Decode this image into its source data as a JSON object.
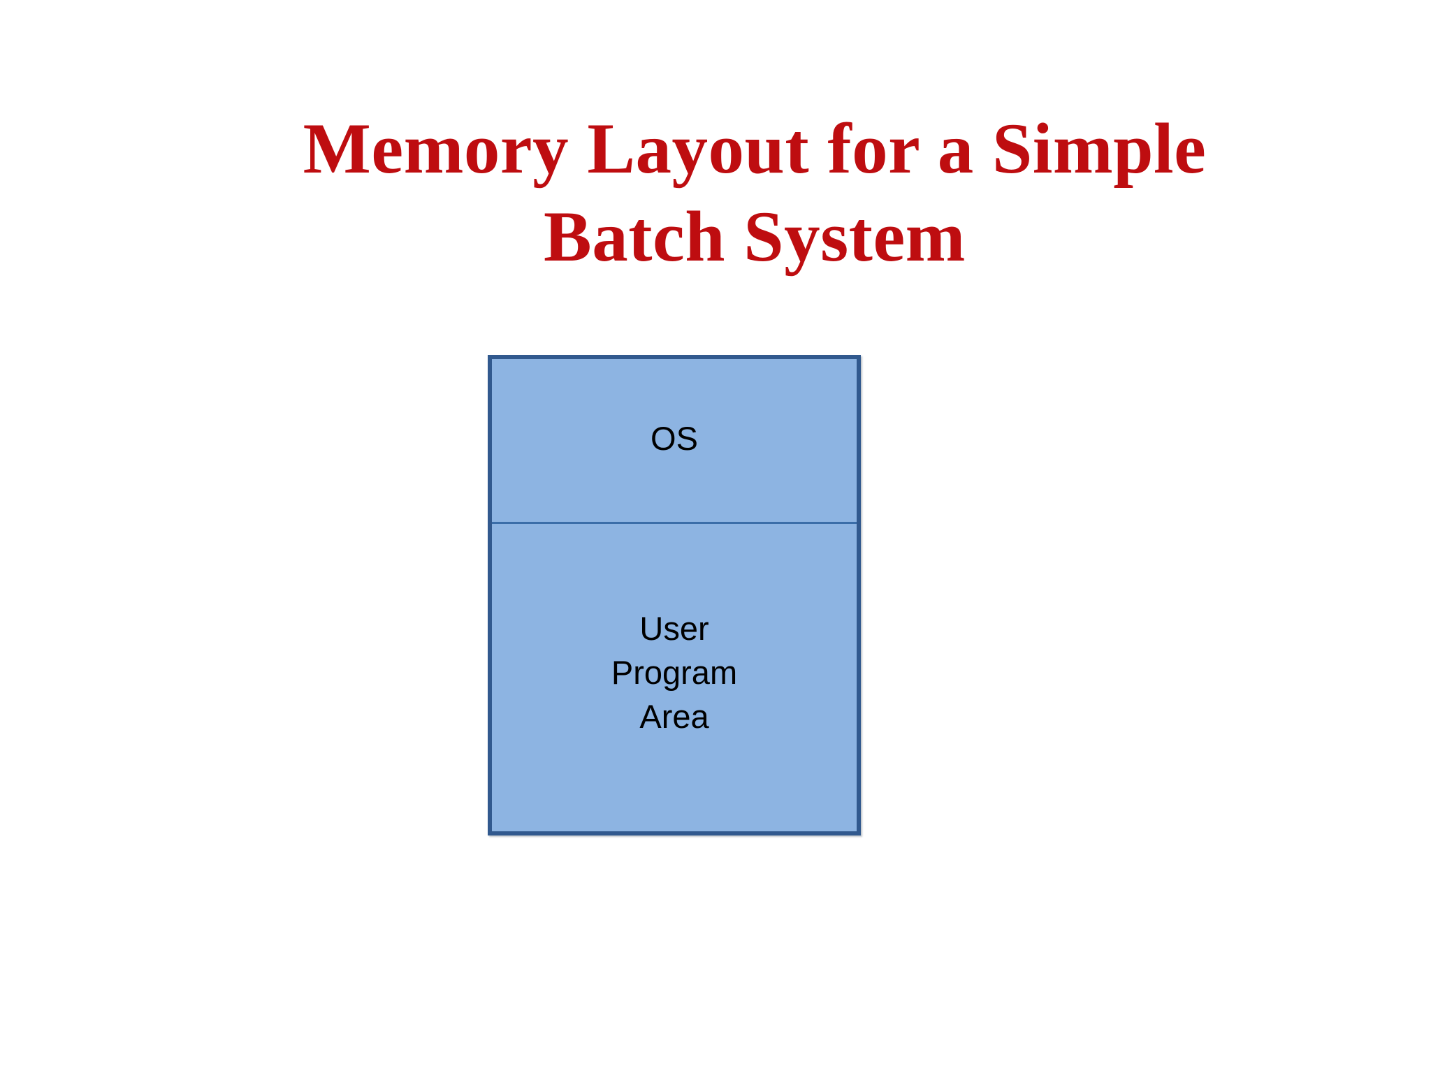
{
  "slide": {
    "background_color": "#FFFFFF",
    "title": {
      "text": "Memory Layout for a Simple\nBatch System",
      "lines": [
        "Memory Layout for a Simple",
        "Batch System"
      ],
      "color": "#BE0D10"
    },
    "diagram": {
      "name": "memory-layout-diagram",
      "fill_color": "#8DB4E2",
      "border_color": "#31598E",
      "divider_color": "#3A6DA8",
      "blocks": [
        {
          "label": "OS",
          "lines": [
            "OS"
          ]
        },
        {
          "label": "User\nProgram\nArea",
          "lines": [
            "User",
            "Program",
            "Area"
          ]
        }
      ]
    }
  }
}
